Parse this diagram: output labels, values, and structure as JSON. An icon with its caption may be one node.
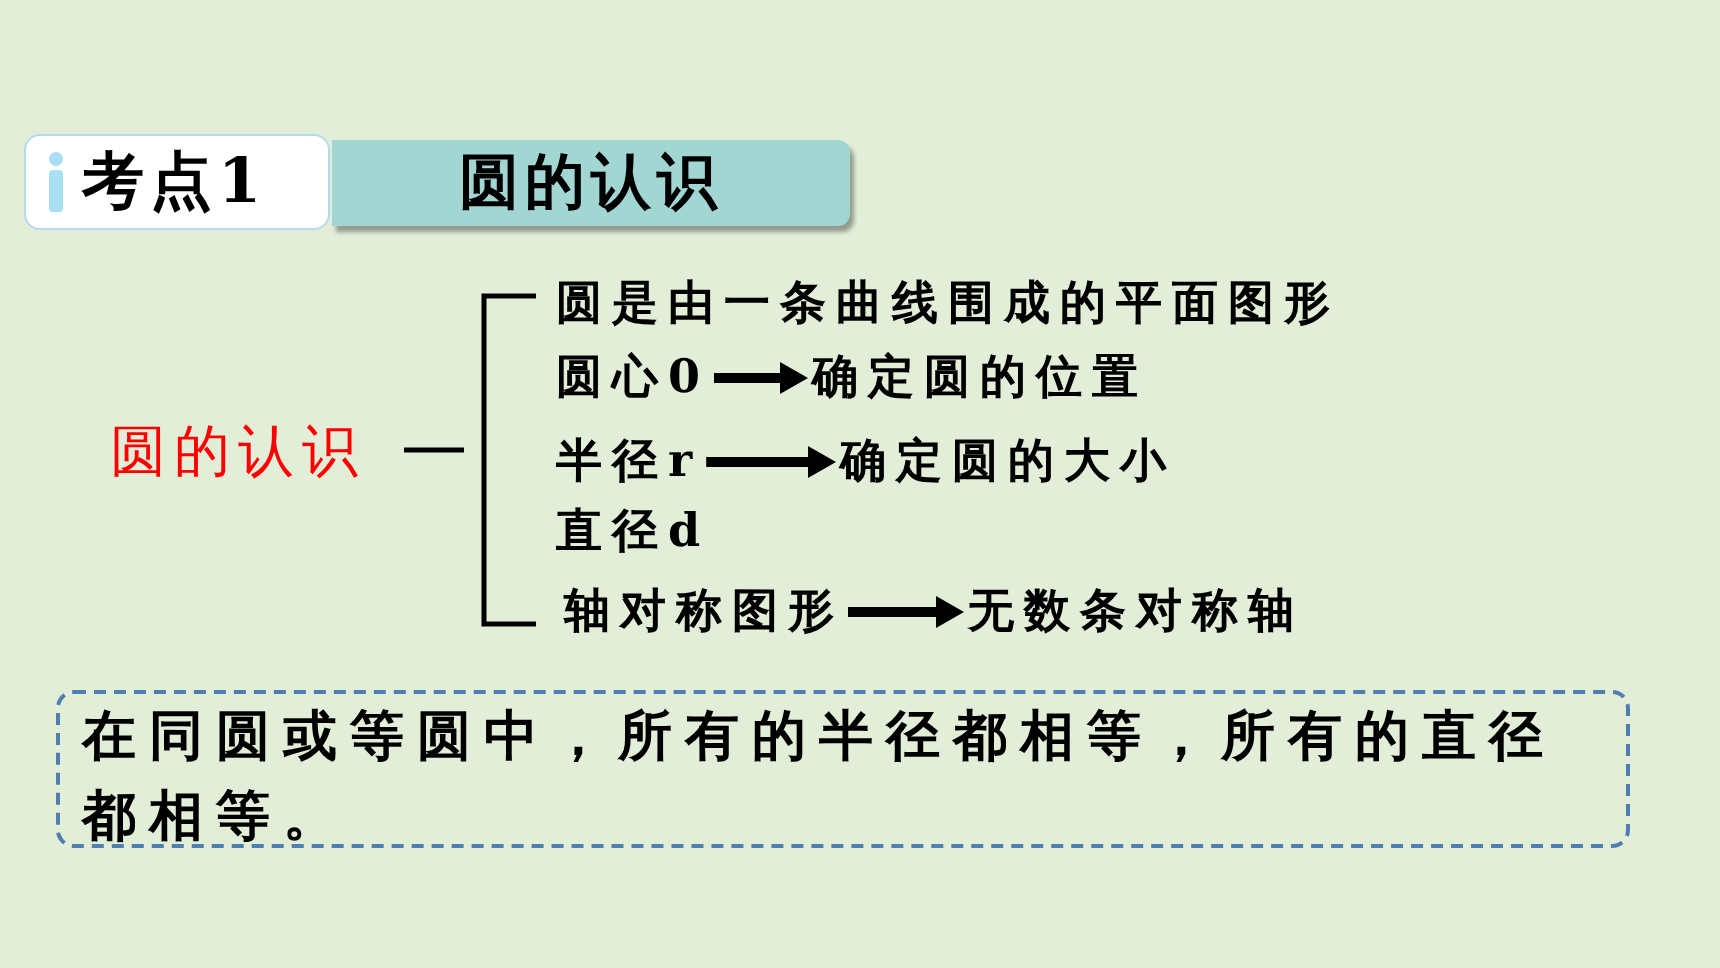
{
  "diagram": {
    "nodes": [
      {
        "text": [
          "考点1"
        ]
      },
      {
        "text": [
          "圆的认识"
        ]
      },
      {
        "text": [
          "圆心0"
        ]
      },
      {
        "text": [
          "确定圆的位置"
        ]
      },
      {
        "text": [
          "半径r"
        ]
      },
      {
        "text": [
          "确定圆的大小"
        ]
      },
      {
        "text": [
          "轴对称图形"
        ]
      },
      {
        "text": [
          "无数条对称轴"
        ]
      },
      {
        "text": [
          "在同圆或等圆中，所有的半径都相等，所有的直径都相等。"
        ]
      }
    ],
    "edges": [
      {
        "from": 2,
        "to": 3,
        "arrow": "to"
      },
      {
        "from": 4,
        "to": 5,
        "arrow": "to"
      },
      {
        "from": 6,
        "to": 7,
        "arrow": "to"
      }
    ],
    "labels": [
      "圆的认识",
      "圆是由一条曲线围成的平面图形",
      "直径d"
    ]
  }
}
